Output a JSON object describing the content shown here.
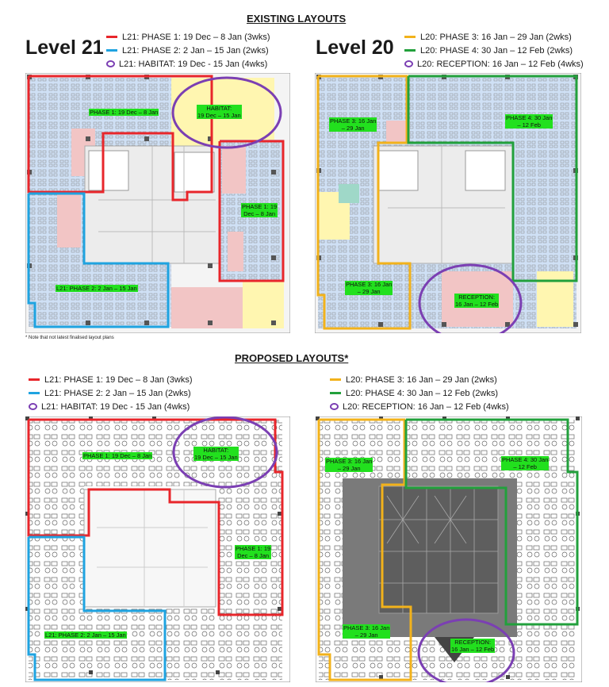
{
  "existing": {
    "title": "EXISTING LAYOUTS",
    "level21": {
      "title": "Level 21",
      "legend": [
        "L21: PHASE 1: 19 Dec – 8 Jan (3wks)",
        "L21: PHASE 2: 2 Jan – 15 Jan (2wks)",
        "L21: HABITAT: 19 Dec - 15 Jan (4wks)"
      ],
      "labels": {
        "phase1_top": "PHASE 1: 19 Dec – 8 Jan",
        "habitat": "HABITAT:\n19 Dec – 15 Jan",
        "phase1_right": "PHASE 1: 19\nDec – 8 Jan",
        "phase2": "L21: PHASE 2: 2 Jan – 15 Jan"
      }
    },
    "level20": {
      "title": "Level 20",
      "legend": [
        "L20: PHASE 3: 16 Jan – 29 Jan (2wks)",
        "L20: PHASE 4: 30 Jan – 12 Feb (2wks)",
        "L20: RECEPTION: 16 Jan – 12 Feb (4wks)"
      ],
      "labels": {
        "phase3_top": "PHASE 3: 16 Jan\n– 29 Jan",
        "phase4": "PHASE 4: 30 Jan\n– 12 Feb",
        "phase3_bottom": "PHASE 3: 16 Jan\n– 29 Jan",
        "reception": "RECEPTION:\n16 Jan – 12 Feb"
      }
    },
    "note": "* Note that not latest finalised layout plans"
  },
  "proposed": {
    "title": "PROPOSED LAYOUTS*",
    "level21": {
      "legend": [
        "L21: PHASE 1: 19 Dec – 8 Jan (3wks)",
        "L21: PHASE 2: 2 Jan – 15 Jan (2wks)",
        "L21: HABITAT: 19 Dec - 15 Jan (4wks)"
      ],
      "labels": {
        "phase1_top": "PHASE 1: 19 Dec – 8 Jan",
        "habitat": "HABITAT:\n19 Dec – 15 Jan",
        "phase1_right": "PHASE 1: 19\nDec – 8 Jan",
        "phase2": "L21: PHASE 2: 2 Jan – 15 Jan"
      }
    },
    "level20": {
      "legend": [
        "L20: PHASE 3: 16 Jan – 29 Jan (2wks)",
        "L20: PHASE 4: 30 Jan – 12 Feb (2wks)",
        "L20: RECEPTION: 16 Jan – 12 Feb (4wks)"
      ],
      "labels": {
        "phase3_top": "PHASE 3: 16 Jan\n– 29 Jan",
        "phase4": "PHASE 4: 30 Jan\n– 12 Feb",
        "phase3_bottom": "PHASE 3: 16 Jan\n– 29 Jan",
        "reception": "RECEPTION:\n16 Jan – 12 Feb"
      }
    }
  },
  "colors": {
    "phase1": "#e8262b",
    "phase2": "#1fa3e0",
    "habitat": "#7b3fb3",
    "phase3": "#f2b21b",
    "phase4": "#22a03c",
    "tag": "#22e01e"
  }
}
